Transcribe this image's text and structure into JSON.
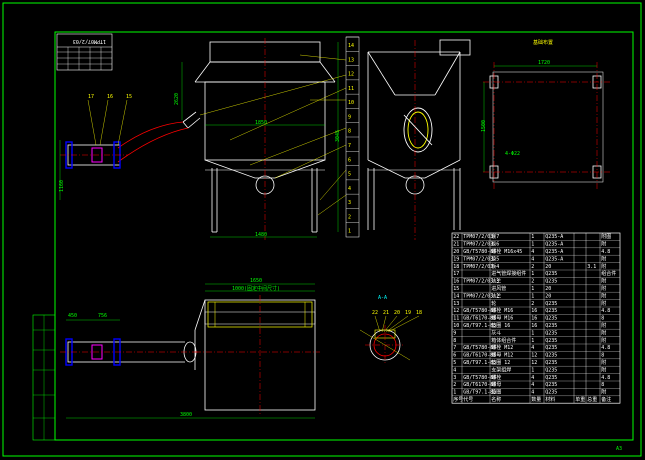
{
  "colors": {
    "frame": "#00ff00",
    "drawing": "#ffffff",
    "center": "#ff0000",
    "dim": "#00ff00",
    "leader": "#ffff00",
    "table": "#ffffff"
  },
  "drawing_number": "1TPM07/2/03",
  "section_label": "A-A",
  "plan_label": "基础布置",
  "part_numbers_left": [
    "17",
    "16",
    "15"
  ],
  "part_numbers_column": [
    "14",
    "13",
    "12",
    "11",
    "10",
    "9",
    "8",
    "7",
    "6",
    "5",
    "4",
    "3",
    "2",
    "1"
  ],
  "part_numbers_section": [
    "22",
    "21",
    "20",
    "19",
    "18"
  ],
  "dims": {
    "top_height": "2620",
    "top_width": "1850",
    "body_height": "3045",
    "leg_width": "1480",
    "pipe_height": "1160",
    "bottom_overall": "3800",
    "bottom_box": "1650",
    "bottom_inner": "1000(固定中间尺寸)",
    "bottom_left_a": "450",
    "bottom_left_b": "756",
    "plan_width": "1720",
    "plan_height": "1500",
    "plan_dia": "4-Φ22"
  },
  "parts_table": {
    "rows": [
      [
        "22",
        "TPM07/2/03-7",
        "嵌",
        "1",
        "Q235-A",
        "",
        "",
        "附图"
      ],
      [
        "21",
        "TPM07/2/03-6",
        "板",
        "1",
        "Q235-A",
        "",
        "",
        "附"
      ],
      [
        "20",
        "GB/T5780-86",
        "螺栓 M16x45",
        "4",
        "Q235-A",
        "",
        "",
        "4.8"
      ],
      [
        "19",
        "TPM07/2/03-5",
        "垫",
        "4",
        "Q235-A",
        "",
        "",
        "附"
      ],
      [
        "18",
        "TPM07/2/03-4",
        "板",
        "2",
        "20",
        "",
        "3.1",
        "附"
      ],
      [
        "17",
        "",
        "进气管焊接组件",
        "1",
        "Q235",
        "",
        "",
        "组合件"
      ],
      [
        "16",
        "TPM07/2/03-3",
        "法兰",
        "2",
        "Q235",
        "",
        "",
        "附"
      ],
      [
        "15",
        "",
        "进风管",
        "1",
        "20",
        "",
        "",
        "附"
      ],
      [
        "14",
        "TPM07/2/03-2",
        "法兰",
        "1",
        "20",
        "",
        "",
        "附"
      ],
      [
        "13",
        "",
        "轮",
        "2",
        "Q235",
        "",
        "",
        "附"
      ],
      [
        "12",
        "GB/T5780-86",
        "螺栓 M16",
        "16",
        "Q235",
        "",
        "",
        "4.8"
      ],
      [
        "11",
        "GB/T6170-86",
        "螺母 M16",
        "16",
        "Q235",
        "",
        "",
        "8"
      ],
      [
        "10",
        "GB/T97.1-85",
        "垫圈 16",
        "16",
        "Q235",
        "",
        "",
        "附"
      ],
      [
        "9",
        "",
        "灰斗",
        "1",
        "Q235",
        "",
        "",
        "附"
      ],
      [
        "8",
        "",
        "箱体组合件",
        "1",
        "Q235",
        "",
        "",
        "附"
      ],
      [
        "7",
        "GB/T5780-86",
        "螺栓 M12",
        "4",
        "Q235",
        "",
        "",
        "4.8"
      ],
      [
        "6",
        "GB/T6170-86",
        "螺母 M12",
        "12",
        "Q235",
        "",
        "",
        "8"
      ],
      [
        "5",
        "GB/T97.1-85",
        "垫圈 12",
        "12",
        "Q235",
        "",
        "",
        "附"
      ],
      [
        "4",
        "",
        "支架组焊",
        "1",
        "Q235",
        "",
        "",
        "附"
      ],
      [
        "3",
        "GB/T5780-86",
        "螺栓",
        "4",
        "Q235",
        "",
        "",
        "4.8"
      ],
      [
        "2",
        "GB/T6170-86",
        "螺母",
        "4",
        "Q235",
        "",
        "",
        "8"
      ],
      [
        "1",
        "GB/T97.1-85",
        "垫圈",
        "4",
        "Q235",
        "",
        "",
        "附"
      ]
    ],
    "header": [
      "序号",
      "代号",
      "名称",
      "数量",
      "材料",
      "单重",
      "总重",
      "备注"
    ]
  },
  "corner_mark": "A3"
}
